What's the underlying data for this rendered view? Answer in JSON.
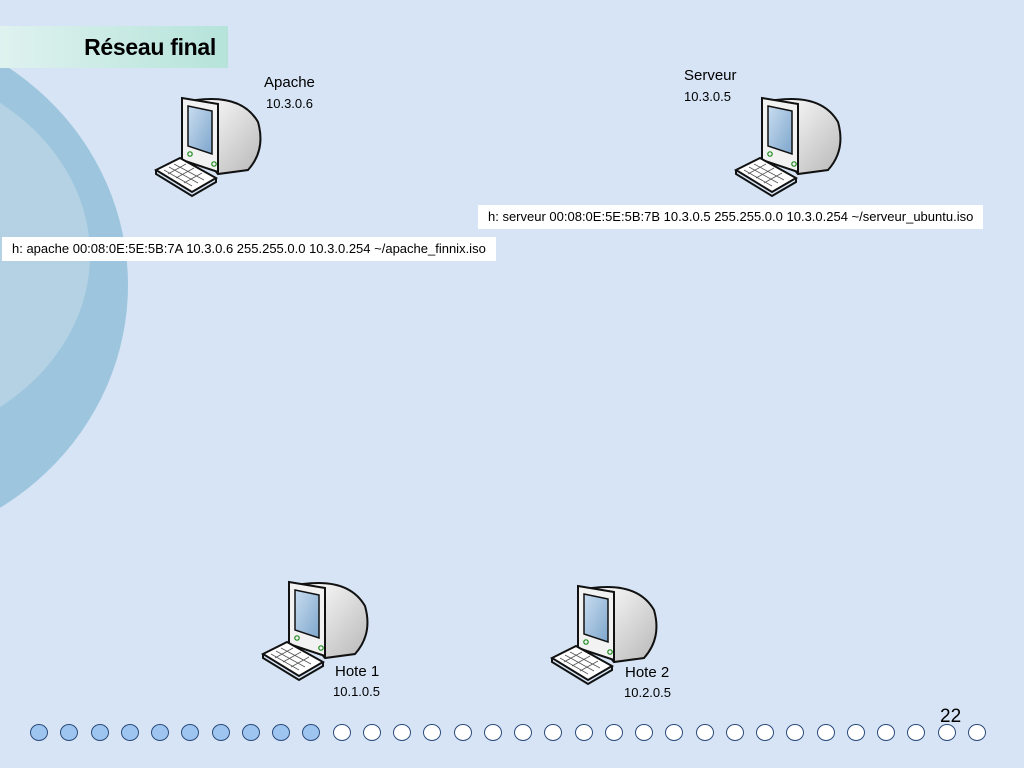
{
  "title": "Réseau final",
  "nodes": [
    {
      "id": "apache",
      "name": "Apache",
      "ip": "10.3.0.6"
    },
    {
      "id": "serveur",
      "name": "Serveur",
      "ip": "10.3.0.5"
    },
    {
      "id": "hote1",
      "name": "Hote 1",
      "ip": "10.1.0.5"
    },
    {
      "id": "hote2",
      "name": "Hote 2",
      "ip": "10.2.0.5"
    }
  ],
  "commands": {
    "serveur": "h: serveur 00:08:0E:5E:5B:7B 10.3.0.5 255.255.0.0 10.3.0.254 ~/serveur_ubuntu.iso",
    "apache": "h: apache 00:08:0E:5E:5B:7A 10.3.0.6 255.255.0.0 10.3.0.254 ~/apache_finnix.iso"
  },
  "page_number": "22",
  "progress": {
    "total": 32,
    "filled": 10
  },
  "colors": {
    "background": "#d6e4f5",
    "dot_filled": "#9ec5f0",
    "dot_empty": "#ffffff"
  },
  "icons": {
    "node": "computer-icon"
  }
}
